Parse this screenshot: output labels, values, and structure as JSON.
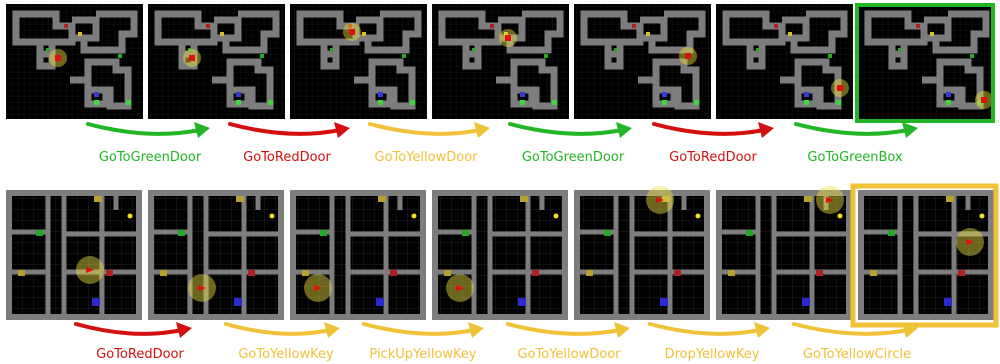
{
  "colors": {
    "green": "#22b524",
    "red": "#d40f0f",
    "yellow": "#f0c238",
    "success_border": "#1ee81e",
    "pending_border": "#ffee00",
    "wall": "#7d7d7d",
    "floor": "#000000",
    "agent": "#e01010",
    "highlight": "#f0e040"
  },
  "top_row": {
    "label_color_names": [
      "green",
      "red",
      "yellow",
      "green",
      "red",
      "green"
    ],
    "labels": [
      "GoToGreenDoor",
      "GoToRedDoor",
      "GoToYellowDoor",
      "GoToGreenDoor",
      "GoToRedDoor",
      "GoToGreenBox"
    ],
    "final_frame_border": "green"
  },
  "bottom_row": {
    "label_color_names": [
      "red",
      "yellow",
      "yellow",
      "yellow",
      "yellow",
      "yellow"
    ],
    "labels": [
      "GoToRedDoor",
      "GoToYellowKey",
      "PickUpYellowKey",
      "GoToYellowDoor",
      "DropYellowKey",
      "GoToYellowCircle"
    ],
    "final_frame_border": "yellow"
  }
}
